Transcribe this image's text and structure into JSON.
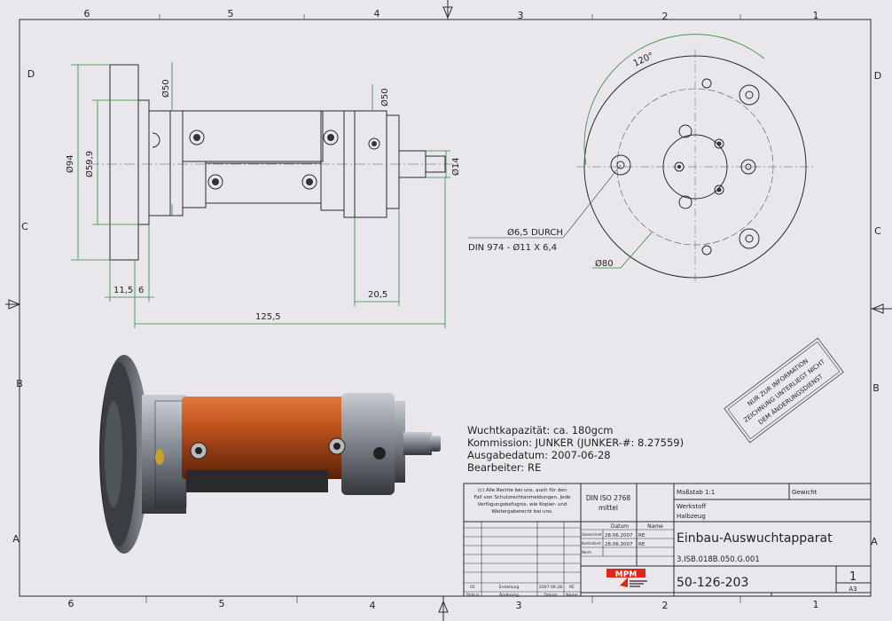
{
  "frame": {
    "top_columns": [
      "6",
      "5",
      "4",
      "3",
      "2",
      "1"
    ],
    "bottom_columns": [
      "6",
      "5",
      "4",
      "3",
      "2",
      "1"
    ],
    "left_rows": [
      "D",
      "C",
      "B",
      "A"
    ],
    "right_rows": [
      "D",
      "C",
      "B",
      "A"
    ]
  },
  "side_view": {
    "dims": {
      "d94": "Ø94",
      "d59_9": "Ø59,9",
      "d50_left": "Ø50",
      "d50_right": "Ø50",
      "d14": "Ø14",
      "l11_5": "11,5",
      "l6": "6",
      "l20_5": "20,5",
      "l125_5": "125,5"
    }
  },
  "front_view": {
    "angle": "120°",
    "hole_note_1": "Ø6,5 DURCH",
    "hole_note_2": "DIN 974 - Ø11 X 6,4",
    "d80": "Ø80"
  },
  "stamp": {
    "line1": "NUR ZUR INFORMATION",
    "line2": "ZEICHNUNG UNTERLIEGT NICHT",
    "line3": "DEM ÄNDERUNGSDIENST"
  },
  "info": {
    "line1": "Wuchtkapazität: ca. 180gcm",
    "line2": "Kommission: JUNKER (JUNKER-#: 8.27559)",
    "line3": "Ausgabedatum: 2007-06-28",
    "line4": "Bearbeiter: RE"
  },
  "title_block": {
    "copyright": [
      "(c) Alle Rechte bei uns, auch für den",
      "Fall von Schutzrechtanmeldungen. Jede",
      "Verfügungsbefugnis, wie Kopier- und",
      "Weitergaberecht bei uns."
    ],
    "tolerance": [
      "DIN ISO 2768",
      "mittel"
    ],
    "col_datum": "Datum",
    "col_name": "Name",
    "gezeichnet_label": "Gezeichnet",
    "gezeichnet_date": "28.06.2007",
    "gezeichnet_name": "RE",
    "kontrolliert_label": "Kontrolliert",
    "kontrolliert_date": "28.06.2007",
    "kontrolliert_name": "RE",
    "norm_label": "Norm",
    "revision": {
      "status": "01",
      "change": "Erstellung",
      "date": "2007-06-28",
      "name": "RE"
    },
    "footer": {
      "status": "Status",
      "change": "Änderung",
      "date": "Datum",
      "name": "Name"
    },
    "logo": "MPM",
    "massstab": "Maßstab   1:1",
    "gewicht": "Gewicht",
    "werkstoff": "Werkstoff",
    "halbzeug": "Halbzeug",
    "title": "Einbau-Auswuchtapparat",
    "code": "3.ISB.018B.050.G.001",
    "number": "50-126-203",
    "sheet": "1",
    "format": "A3"
  },
  "colors": {
    "paper": "#e9e7ec",
    "dimension": "#2e8b3e",
    "body_orange": "#c0541e",
    "logo_red": "#e0261c"
  }
}
